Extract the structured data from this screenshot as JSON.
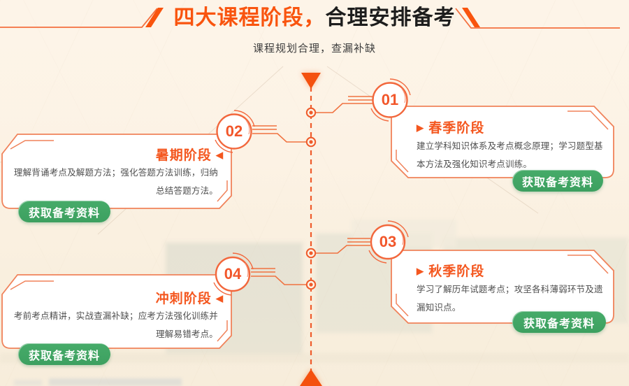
{
  "header": {
    "title_highlight": "四大课程阶段，",
    "title_rest": "合理安排备考",
    "subtitle": "课程规划合理，查漏补缺"
  },
  "stages": [
    {
      "num": "01",
      "name": "春季阶段",
      "marker": "▶",
      "desc": "建立学科知识体系及考点概念原理；学习题型基本方法及强化知识考点训练。",
      "cta": "获取备考资料",
      "side": "right"
    },
    {
      "num": "02",
      "name": "暑期阶段",
      "marker": "◀",
      "desc": "理解背诵考点及解题方法；强化答题方法训练，归纳总结答题方法。",
      "cta": "获取备考资料",
      "side": "left"
    },
    {
      "num": "03",
      "name": "秋季阶段",
      "marker": "▶",
      "desc": "学习了解历年试题考点；攻坚各科薄弱环节及遗漏知识点。",
      "cta": "获取备考资料",
      "side": "right"
    },
    {
      "num": "04",
      "name": "冲刺阶段",
      "marker": "◀",
      "desc": "考前考点精讲，实战查漏补缺；应考方法强化训练并理解易错考点。",
      "cta": "获取备考资料",
      "side": "left"
    }
  ],
  "colors": {
    "accent_orange": "#f2562a",
    "card_border": "#f0825a",
    "button_green": "#3da060",
    "title_dark": "#1d1d1d",
    "background_cream": "#fdf4e7"
  }
}
